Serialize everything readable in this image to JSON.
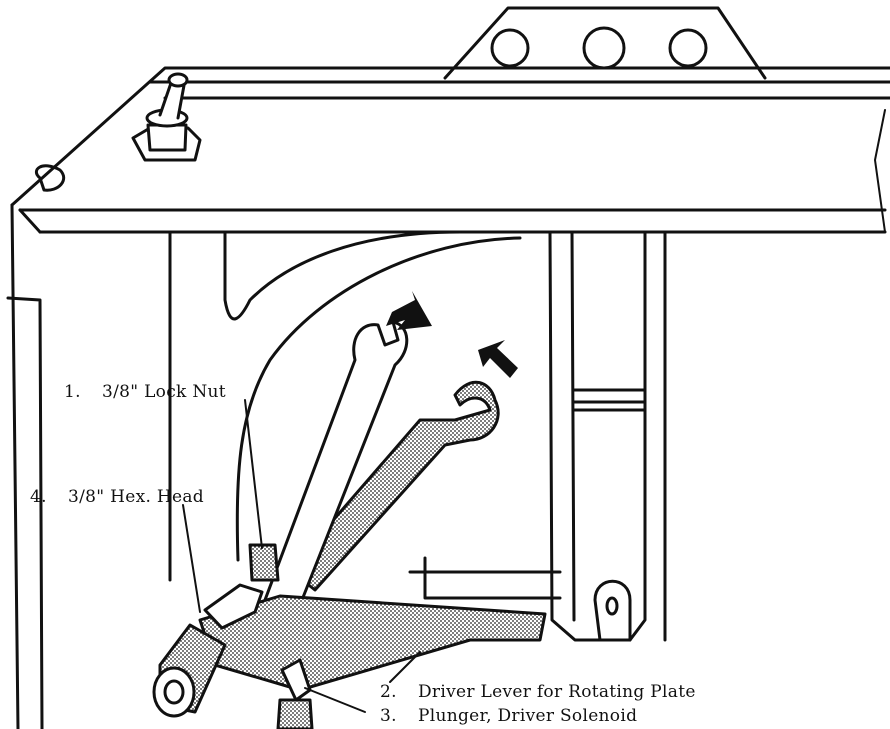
{
  "figure": {
    "callouts": [
      {
        "number": "1.",
        "label": "3/8\" Lock Nut"
      },
      {
        "number": "4.",
        "label": "3/8\" Hex. Head"
      },
      {
        "number": "2.",
        "label": "Driver Lever for Rotating Plate"
      },
      {
        "number": "3.",
        "label": "Plunger, Driver Solenoid"
      }
    ],
    "icons": [
      "toggle-switch-icon",
      "wrench-icon",
      "rotation-arrow-icon"
    ],
    "colors": {
      "line": "#111111",
      "background": "#ffffff",
      "stipple": "#8a8a8a"
    }
  }
}
